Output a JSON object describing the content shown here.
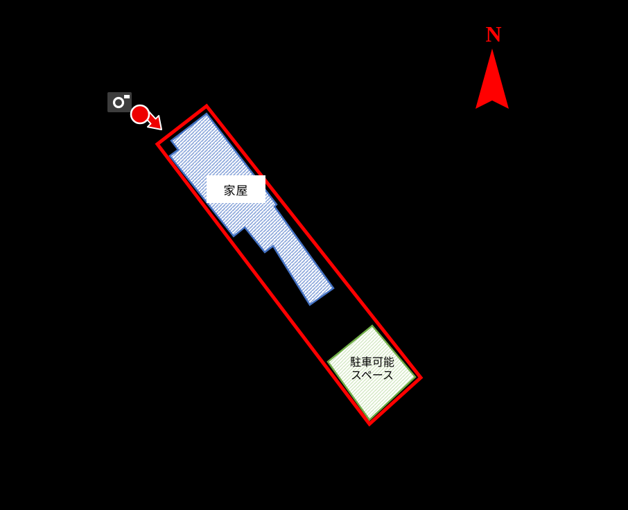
{
  "diagram": {
    "background_color": "#000000",
    "compass": {
      "label": "N",
      "color": "#FF0000"
    },
    "parcel": {
      "outline_color": "#FF0000"
    },
    "house": {
      "label": "家屋",
      "outline_color": "#4472C4",
      "hatch_color": "#8FAADC",
      "hatch_background": "#FFFFFF"
    },
    "parking": {
      "label_line1": "駐車可能",
      "label_line2": "スペース",
      "outline_color": "#70AD47",
      "hatch_color": "#C9E2B8",
      "hatch_background": "#FDFEFA"
    },
    "camera_marker": {
      "icon": "camera-icon",
      "body_color": "#3D3D3D",
      "marker_color": "#EE0000",
      "marker_outline": "#FFFFFF"
    }
  }
}
